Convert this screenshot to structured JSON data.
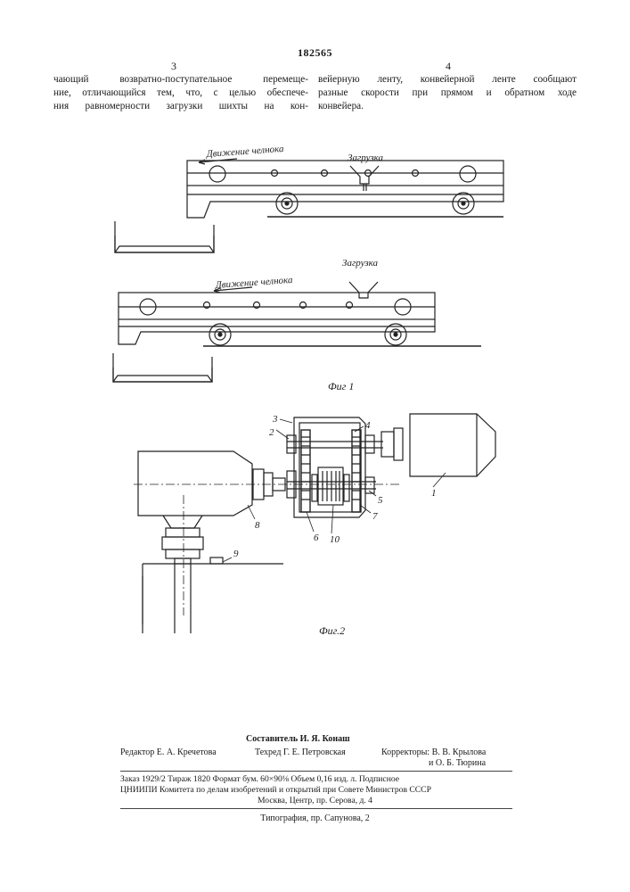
{
  "patent_number": "182565",
  "columns": {
    "left": {
      "number": "3",
      "lines": [
        "чающий возвратно-поступательное перемеще-",
        "ние, отличающийся тем, что, с целью обеспече-",
        "ния равномерности загрузки шихты на кон-"
      ]
    },
    "right": {
      "number": "4",
      "lines": [
        "вейерную ленту, конвейерной ленте сообщают",
        "разные скорости при прямом и обратном ходе",
        "конвейера."
      ]
    }
  },
  "figure1": {
    "caption": "Фиг 1",
    "upper": {
      "motion_label": "Движение челнока",
      "load_label": "Загрузка"
    },
    "lower": {
      "motion_label": "Движение челнока",
      "load_label": "Загрузка"
    }
  },
  "figure2": {
    "caption": "Фиг.2",
    "labels": {
      "n1": "1",
      "n2": "2",
      "n3": "3",
      "n4": "4",
      "n5": "5",
      "n6": "6",
      "n7": "7",
      "n8": "8",
      "n9": "9",
      "n10": "10"
    }
  },
  "footer": {
    "compiler": "Составитель И. Я. Конаш",
    "editor": "Редактор Е. А. Кречетова",
    "techred": "Техред Г. Е. Петровская",
    "correctors_1": "Корректоры: В. В. Крылова",
    "correctors_2": "и О. Б. Тюрина",
    "order_line": "Заказ 1929/2 Тираж 1820 Формат бум. 60×90⅛ Объем 0,16 изд. л. Подписное",
    "institute_line": "ЦНИИПИ Комитета по делам изобретений и открытий при Совете Министров СССР",
    "address_line": "Москва, Центр, пр. Серова, д. 4",
    "typography": "Типография, пр. Сапунова, 2"
  }
}
